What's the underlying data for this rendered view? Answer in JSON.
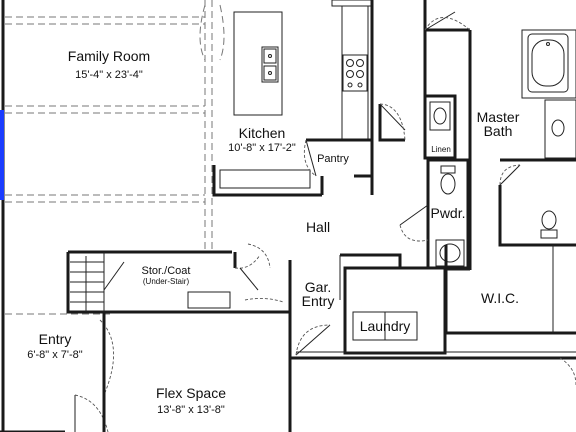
{
  "rooms": {
    "family_room": {
      "name": "Family Room",
      "dims": "15'-4\" x 23'-4\""
    },
    "kitchen": {
      "name": "Kitchen",
      "dims": "10'-8\" x 17'-2\""
    },
    "pantry": {
      "name": "Pantry"
    },
    "master_bath": {
      "line1": "Master",
      "line2": "Bath"
    },
    "linen": {
      "name": "Linen"
    },
    "powder": {
      "name": "Pwdr."
    },
    "hall": {
      "name": "Hall"
    },
    "stor_coat": {
      "name": "Stor./Coat",
      "sub": "(Under-Stair)"
    },
    "garage_entry": {
      "line1": "Gar.",
      "line2": "Entry"
    },
    "laundry": {
      "name": "Laundry"
    },
    "wic": {
      "name": "W.I.C."
    },
    "entry": {
      "name": "Entry",
      "dims": "6'-8\" x 7'-8\""
    },
    "flex_space": {
      "name": "Flex Space",
      "dims": "13'-8\" x 13'-8\""
    }
  },
  "colors": {
    "wall": "#1a1a1a",
    "dashed_line": "#777777",
    "highlight": "#1a3cff"
  },
  "icons": [
    "kitchen-sink-icon",
    "cooktop-icon",
    "bathtub-icon",
    "toilet-icon",
    "lavatory-sink-icon",
    "stair-icon",
    "door-swing-icon"
  ]
}
